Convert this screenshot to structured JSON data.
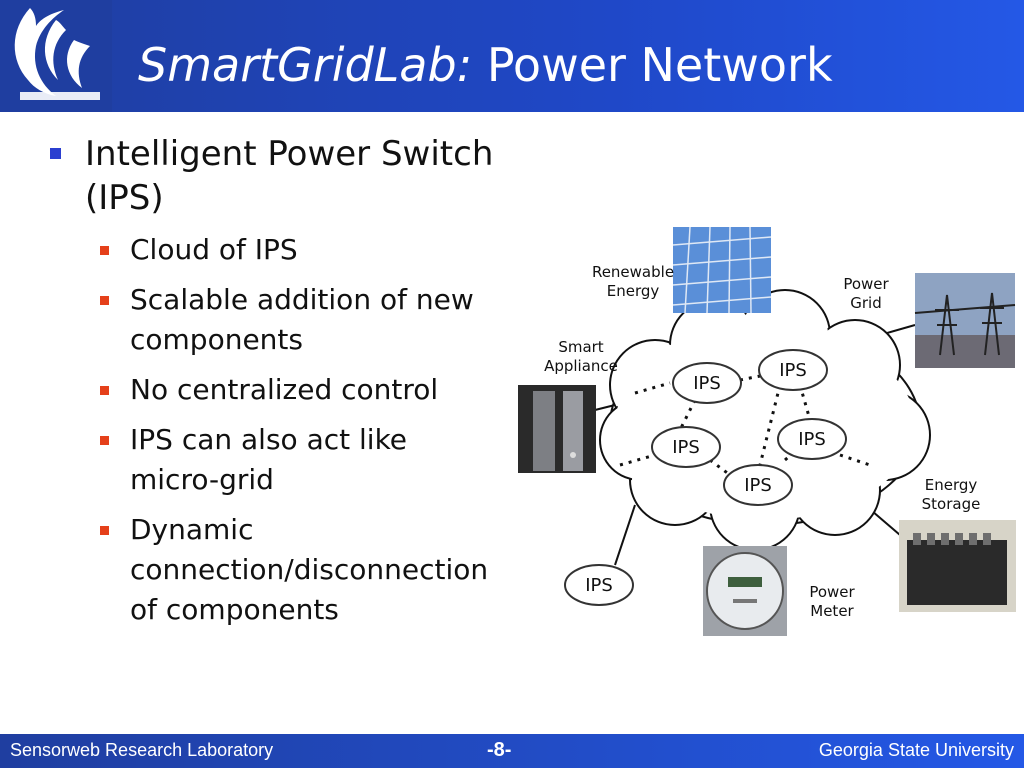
{
  "slide": {
    "title_italic": "SmartGridLab:",
    "title_rest": " Power Network",
    "bullet_main_line1": "Intelligent Power Switch",
    "bullet_main_line2": "(IPS)",
    "sub_bullets": [
      "Cloud of IPS",
      "Scalable addition of new",
      "components",
      "No centralized control",
      "IPS can also act like",
      "micro-grid",
      "Dynamic",
      "connection/disconnection",
      "of components"
    ]
  },
  "diagram": {
    "labels": {
      "renewable_line1": "Renewable",
      "renewable_line2": "Energy",
      "grid_line1": "Power",
      "grid_line2": "Grid",
      "appliance_line1": "Smart",
      "appliance_line2": "Appliance",
      "storage_line1": "Energy",
      "storage_line2": "Storage",
      "meter_line1": "Power",
      "meter_line2": "Meter"
    },
    "ips_nodes": [
      "IPS",
      "IPS",
      "IPS",
      "IPS",
      "IPS",
      "IPS"
    ]
  },
  "footer": {
    "left": "Sensorweb Research Laboratory",
    "page": "-8-",
    "right": "Georgia State University"
  },
  "colors": {
    "header_blue": "#1f48c8",
    "bullet_blue": "#2b3fd0",
    "bullet_orange": "#e5401a"
  }
}
